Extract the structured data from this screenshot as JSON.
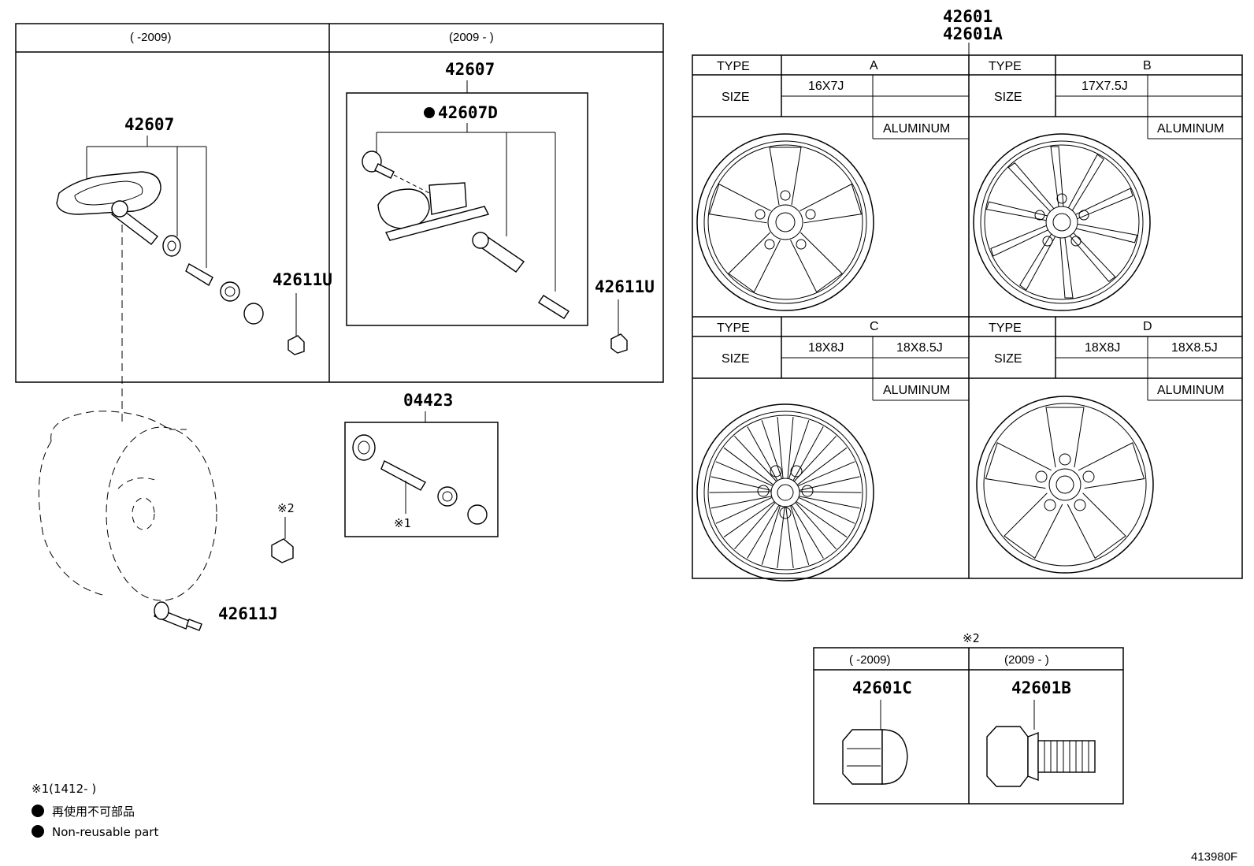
{
  "tpms_panel": {
    "header_left": "(      -2009)",
    "header_right": "(2009 -      )",
    "left": {
      "sensor_part": "42607",
      "nut_part": "42611U"
    },
    "right": {
      "sensor_part": "42607",
      "sensor_sub_part": "42607D",
      "nut_part": "42611U"
    }
  },
  "valve_kit": {
    "part": "04423",
    "note": "※1"
  },
  "wheel_assembly": {
    "valve_part": "42611J",
    "nut_note": "※2"
  },
  "wheel_table": {
    "part_numbers": [
      "42601",
      "42601A"
    ],
    "type_label": "TYPE",
    "size_label": "SIZE",
    "rows": [
      [
        {
          "type": "A",
          "sizes": [
            "16X7J",
            ""
          ],
          "material": "ALUMINUM"
        },
        {
          "type": "B",
          "sizes": [
            "17X7.5J",
            ""
          ],
          "material": "ALUMINUM"
        }
      ],
      [
        {
          "type": "C",
          "sizes": [
            "18X8J",
            "18X8.5J"
          ],
          "material": "ALUMINUM"
        },
        {
          "type": "D",
          "sizes": [
            "18X8J",
            "18X8.5J"
          ],
          "material": "ALUMINUM"
        }
      ]
    ]
  },
  "nut_table": {
    "note": "※2",
    "header_left": "(      -2009)",
    "header_right": "(2009 -      )",
    "left_part": "42601C",
    "right_part": "42601B"
  },
  "legend": {
    "note1": "※1(1412-      )",
    "jp_text": "再使用不可部品",
    "en_text": "Non-reusable part"
  },
  "figure_id": "413980F"
}
